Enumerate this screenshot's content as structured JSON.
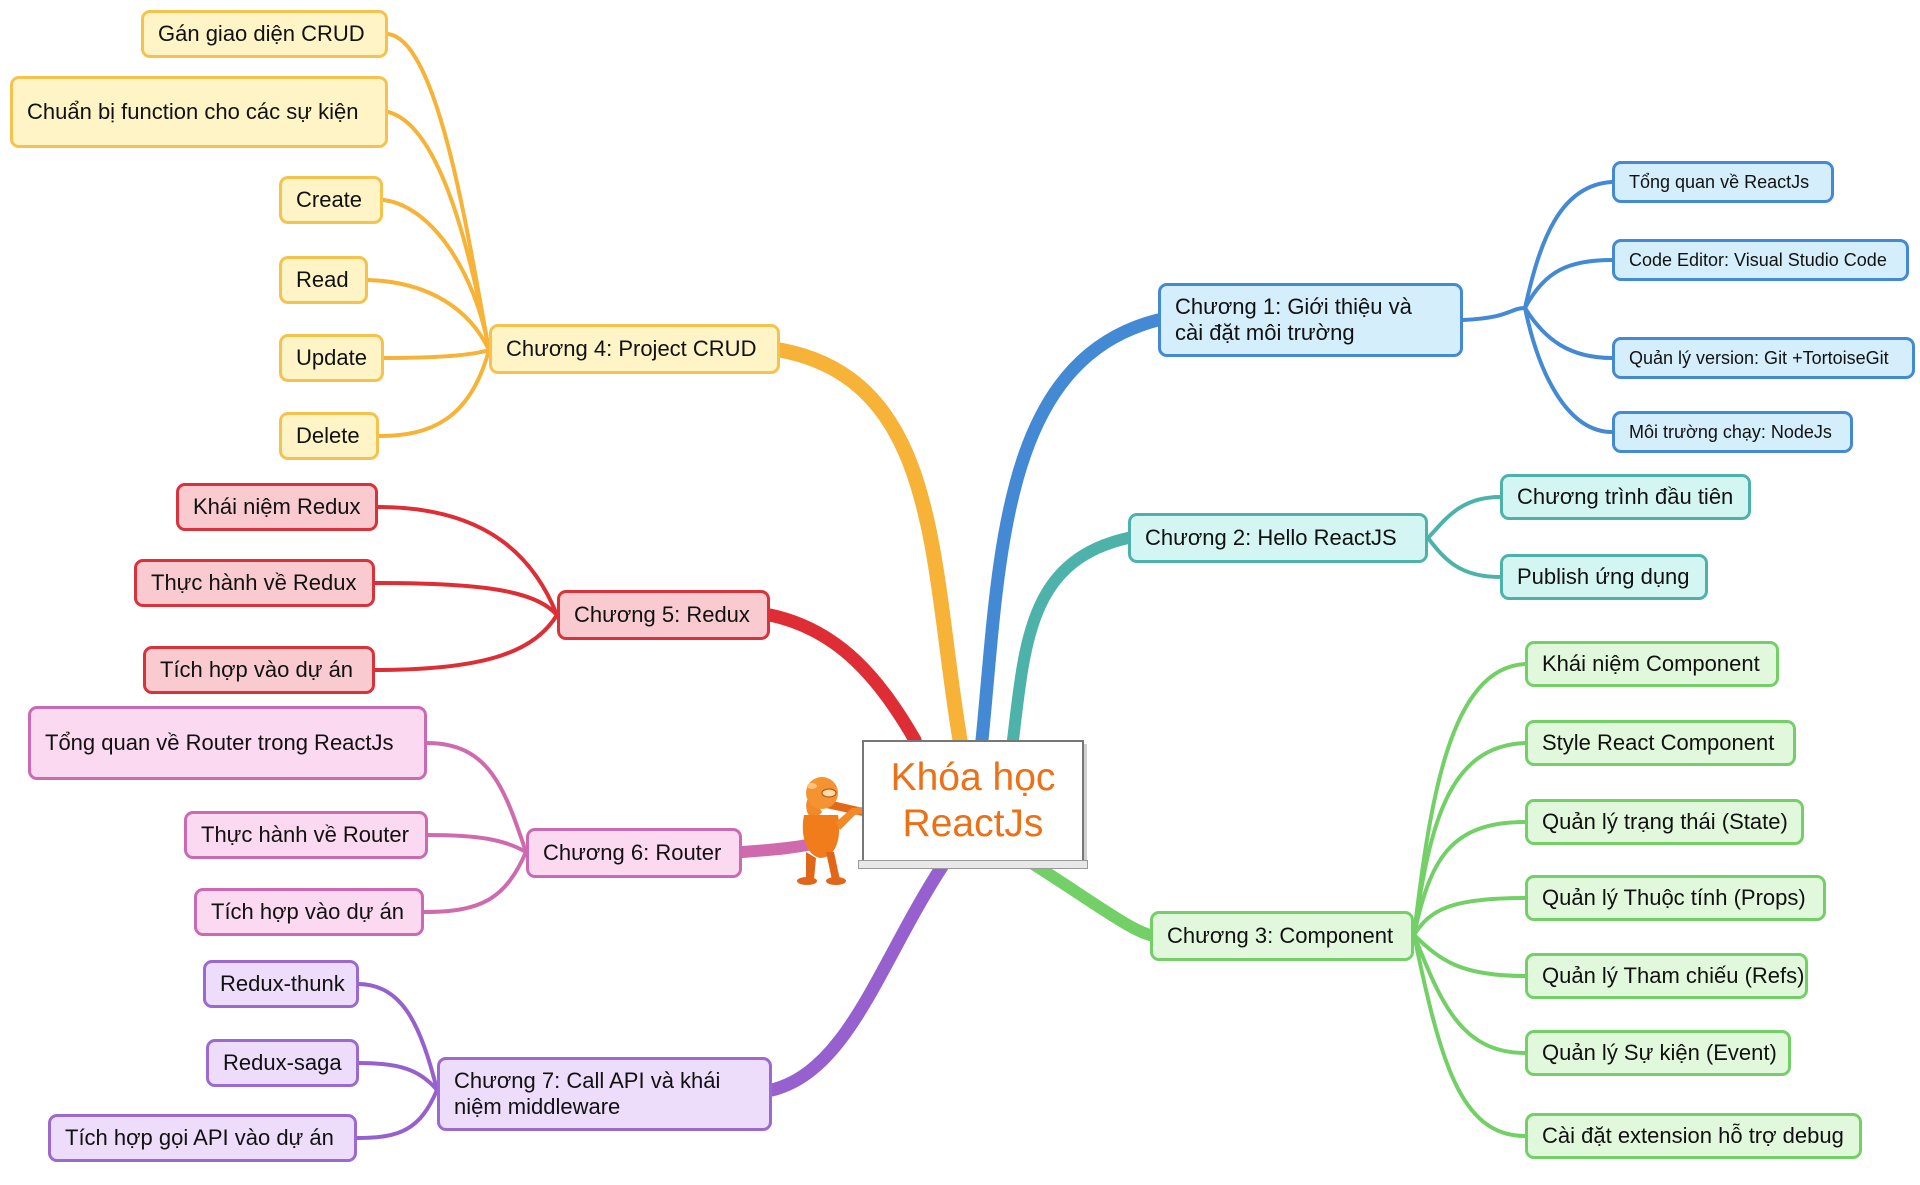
{
  "center": {
    "line1": "Khóa học",
    "line2": "ReactJs"
  },
  "colors": {
    "chapter1": "#4389d4",
    "chapter2": "#4db3aa",
    "chapter3": "#73d067",
    "chapter4": "#f6b338",
    "chapter5": "#de2d35",
    "chapter6": "#d06aae",
    "chapter7": "#9660cf",
    "center_title": "#ec7016"
  },
  "mascot": {
    "icon": "presenter-figure-icon"
  },
  "chapters": {
    "ch1": {
      "title": "Chương 1: Giới thiệu và cài đặt môi trường",
      "items": [
        "Tổng quan về ReactJs",
        "Code Editor: Visual Studio Code",
        "Quản lý version: Git +TortoiseGit",
        "Môi trường chạy: NodeJs"
      ]
    },
    "ch2": {
      "title": "Chương 2: Hello ReactJS",
      "items": [
        "Chương trình đầu tiên",
        "Publish ứng dụng"
      ]
    },
    "ch3": {
      "title": "Chương 3: Component",
      "items": [
        "Khái niệm Component",
        "Style React Component",
        "Quản lý trạng thái (State)",
        "Quản lý Thuộc tính (Props)",
        "Quản lý Tham chiếu (Refs)",
        "Quản lý Sự kiện (Event)",
        "Cài đặt extension hỗ trợ debug"
      ]
    },
    "ch4": {
      "title": "Chương 4: Project CRUD",
      "items": [
        "Gán giao diện CRUD",
        "Chuẩn bị function cho các sự kiện",
        "Create",
        "Read",
        "Update",
        "Delete"
      ]
    },
    "ch5": {
      "title": "Chương 5: Redux",
      "items": [
        "Khái niệm Redux",
        "Thực hành về Redux",
        "Tích hợp vào dự án"
      ]
    },
    "ch6": {
      "title": "Chương 6: Router",
      "items": [
        "Tổng quan về Router trong ReactJs",
        "Thực hành về Router",
        "Tích hợp vào dự án"
      ]
    },
    "ch7": {
      "title": "Chương 7: Call API và khái niệm middleware",
      "items": [
        "Redux-thunk",
        "Redux-saga",
        "Tích hợp gọi API vào dự án"
      ]
    }
  }
}
